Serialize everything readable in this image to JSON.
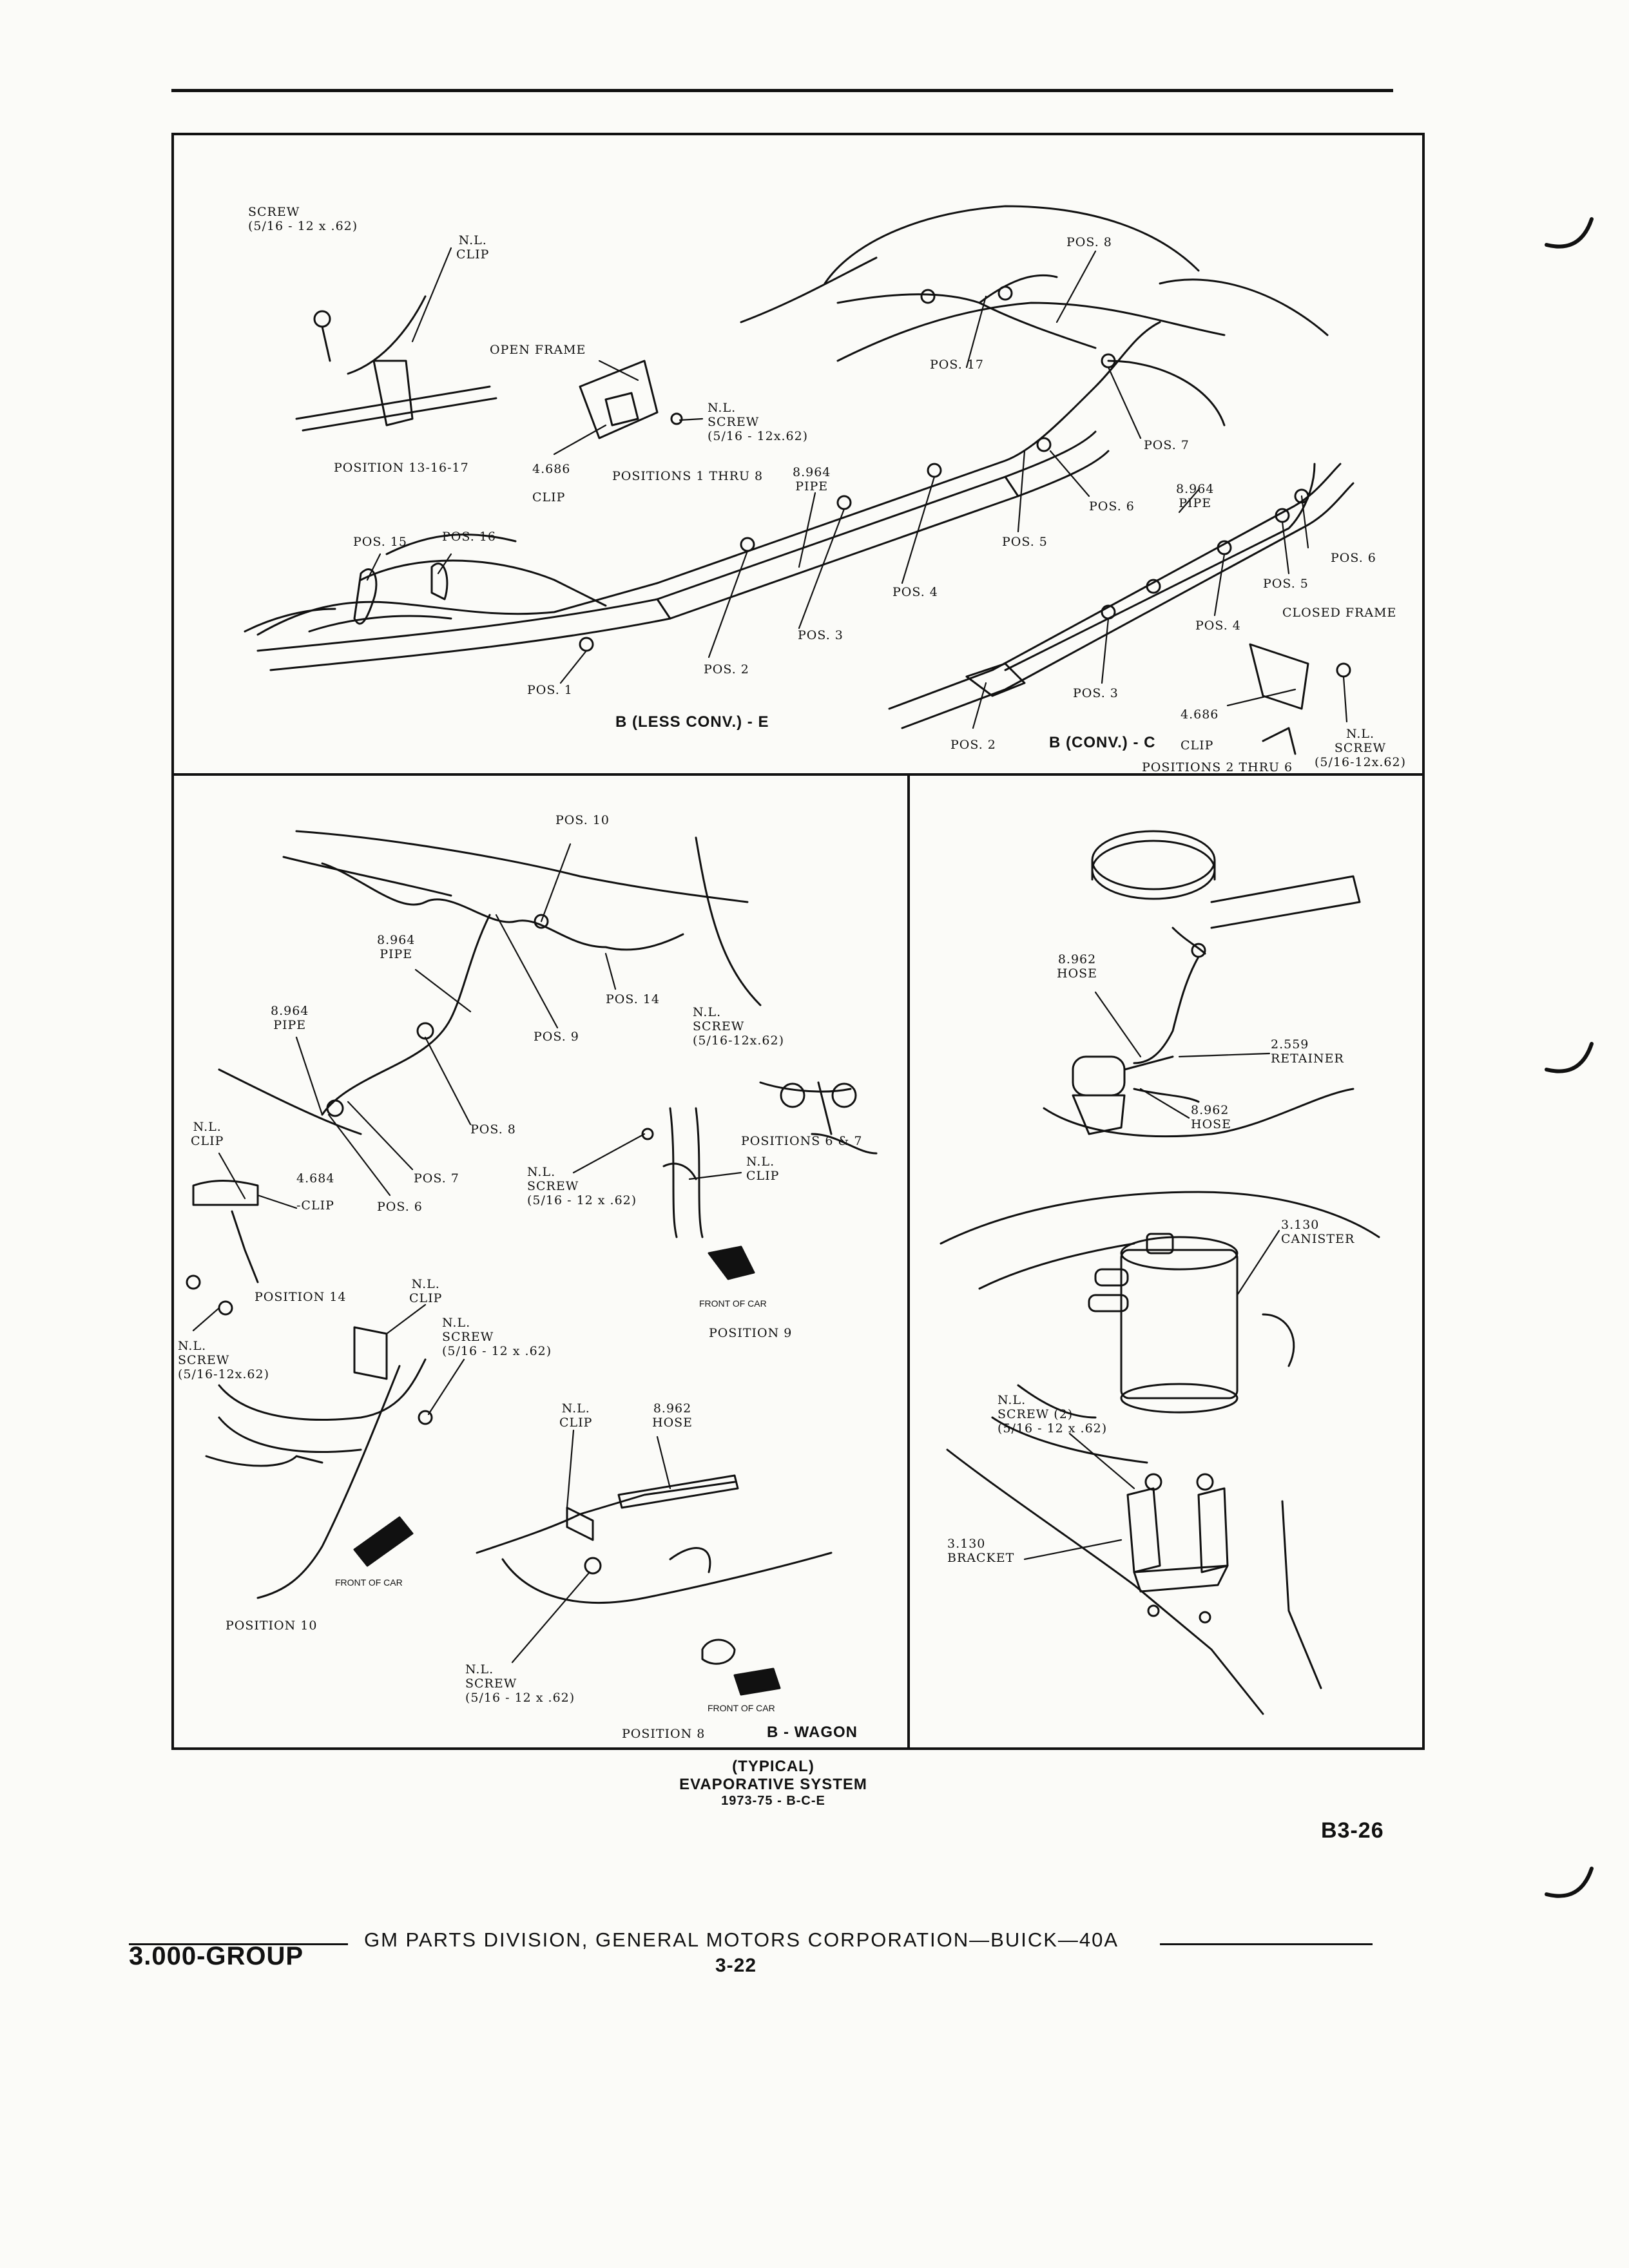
{
  "panel_top": {
    "screw": [
      "SCREW",
      "(5/16 - 12 x .62)"
    ],
    "nl_clip": [
      "N.L.",
      "CLIP"
    ],
    "open_frame": "OPEN FRAME",
    "nl_screw": [
      "N.L.",
      "SCREW",
      "(5/16  -  12x.62)"
    ],
    "clip_4686": [
      "4.686",
      "CLIP"
    ],
    "positions_1_8": "POSITIONS 1 THRU 8",
    "position_13": "POSITION 13-16-17",
    "pipe_8964_a": [
      "8.964",
      "PIPE"
    ],
    "pos17": "POS. 17",
    "pos8": "POS. 8",
    "pos7": "POS. 7",
    "pos6": "POS. 6",
    "pos5": "POS. 5",
    "pos4": "POS. 4",
    "pos3": "POS. 3",
    "pos2": "POS. 2",
    "pos1": "POS. 1",
    "pos15": "POS. 15",
    "pos16": "POS. 16",
    "title_less_conv": "B (LESS CONV.) - E",
    "pipe_8964_b": [
      "8.964",
      "PIPE"
    ],
    "pos6b": "POS. 6",
    "pos5b": "POS. 5",
    "pos4b": "POS. 4",
    "pos3b": "POS. 3",
    "pos2b": "POS. 2",
    "closed_frame": "CLOSED FRAME",
    "clip_4686b": [
      "4.686",
      "CLIP"
    ],
    "nl_screw_b": [
      "N.L.",
      "SCREW",
      "(5/16-12x.62)"
    ],
    "positions_2_6": "POSITIONS 2 THRU 6",
    "title_conv": "B (CONV.) - C"
  },
  "panel_wagon": {
    "pos10": "POS. 10",
    "pipe_a": [
      "8.964",
      "PIPE"
    ],
    "pos14": "POS. 14",
    "pos9": "POS. 9",
    "nl_screw_a": [
      "N.L.",
      "SCREW",
      "(5/16-12x.62)"
    ],
    "pipe_b": [
      "8.964",
      "PIPE"
    ],
    "pos8": "POS. 8",
    "positions_6_7": "POSITIONS 6 & 7",
    "nl_clip_a": [
      "N.L.",
      "CLIP"
    ],
    "clip_4684": [
      "4.684",
      "-CLIP"
    ],
    "pos7": "POS. 7",
    "pos6": "POS. 6",
    "nl_screw_b": [
      "N.L.",
      "SCREW",
      "(5/16 - 12 x .62)"
    ],
    "nl_clip_b": [
      "N.L.",
      "CLIP"
    ],
    "position14": "POSITION 14",
    "nl_clip_c": [
      "N.L.",
      "CLIP"
    ],
    "nl_screw_c": [
      "N.L.",
      "SCREW",
      "(5/16 - 12 x .62)"
    ],
    "nl_screw_d": [
      "N.L.",
      "SCREW",
      "(5/16-12x.62)"
    ],
    "front_of_car_9": "FRONT OF CAR",
    "position9": "POSITION 9",
    "nl_clip_d": [
      "N.L.",
      "CLIP"
    ],
    "hose_8962": [
      "8.962",
      "HOSE"
    ],
    "front_of_car_10": "FRONT OF CAR",
    "position10": "POSITION 10",
    "nl_screw_e": [
      "N.L.",
      "SCREW",
      "(5/16 - 12 x .62)"
    ],
    "front_of_car_8": "FRONT OF CAR",
    "position8": "POSITION 8",
    "title": "B - WAGON"
  },
  "panel_canister": {
    "hose_a": [
      "8.962",
      "HOSE"
    ],
    "retainer": [
      "2.559",
      "RETAINER"
    ],
    "hose_b": [
      "8.962",
      "HOSE"
    ],
    "canister": [
      "3.130",
      "CANISTER"
    ],
    "nl_screw": [
      "N.L.",
      "SCREW (2)",
      "(5/16 - 12 x .62)"
    ],
    "bracket": [
      "3.130",
      "BRACKET"
    ]
  },
  "caption": [
    "(TYPICAL)",
    "EVAPORATIVE SYSTEM",
    "1973-75 - B-C-E"
  ],
  "page_ref": "B3-26",
  "footer": {
    "group": "3.000-GROUP",
    "division": "GM PARTS DIVISION,  GENERAL MOTORS CORPORATION—BUICK—40A",
    "page": "3-22"
  }
}
